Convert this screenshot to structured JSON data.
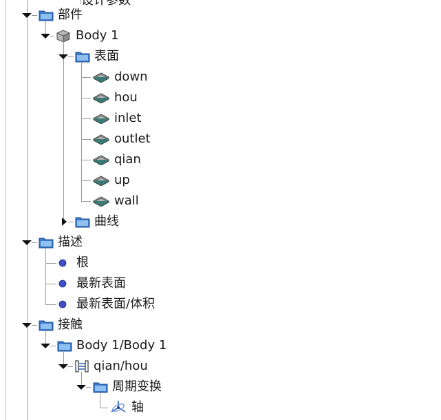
{
  "tree": {
    "top_partial": "设计参数",
    "parts": {
      "label": "部件",
      "body": {
        "label": "Body 1",
        "surfaces": {
          "label": "表面",
          "items": [
            "down",
            "hou",
            "inlet",
            "outlet",
            "qian",
            "up",
            "wall"
          ]
        },
        "curves": {
          "label": "曲线"
        }
      }
    },
    "descriptions": {
      "label": "描述",
      "items": [
        "根",
        "最新表面",
        "最新表面/体积"
      ]
    },
    "contacts": {
      "label": "接触",
      "pair": {
        "label": "Body 1/Body 1",
        "interface": {
          "label": "qian/hou",
          "periodic": {
            "label": "周期变换",
            "axis": {
              "label": "轴"
            }
          }
        }
      }
    }
  }
}
